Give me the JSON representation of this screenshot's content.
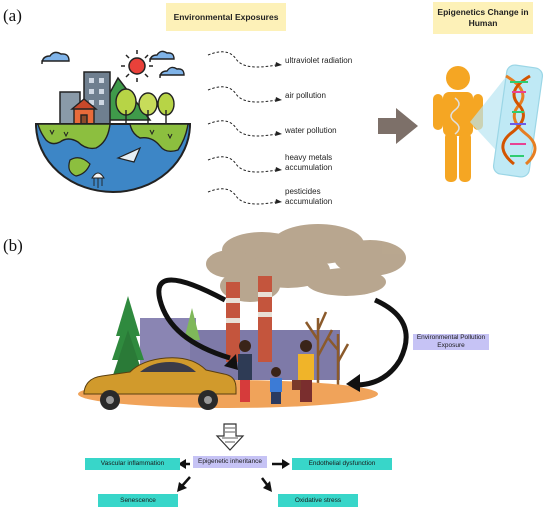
{
  "panel_a": {
    "label": "(a)",
    "exposures_title": "Environmental Exposures",
    "epigenetics_title": "Epigenetics Change in Human",
    "exposures": [
      "ultraviolet radiation",
      "air pollution",
      "water pollution",
      "heavy metals accumulation",
      "pesticides accumulation"
    ]
  },
  "panel_b": {
    "label": "(b)",
    "pollution_label": "Environmental Pollution Exposure",
    "center_node": "Epigenetic inheritance",
    "outcomes": [
      "Vascular inflammation",
      "Endothelial dysfunction",
      "Senescence",
      "Oxidative stress"
    ]
  },
  "colors": {
    "title_box": "#fdf1b8",
    "outcome_box": "#38d6c9",
    "center_box": "#c6c3f5",
    "ground": "#f0a35a",
    "human": "#f5a623"
  }
}
